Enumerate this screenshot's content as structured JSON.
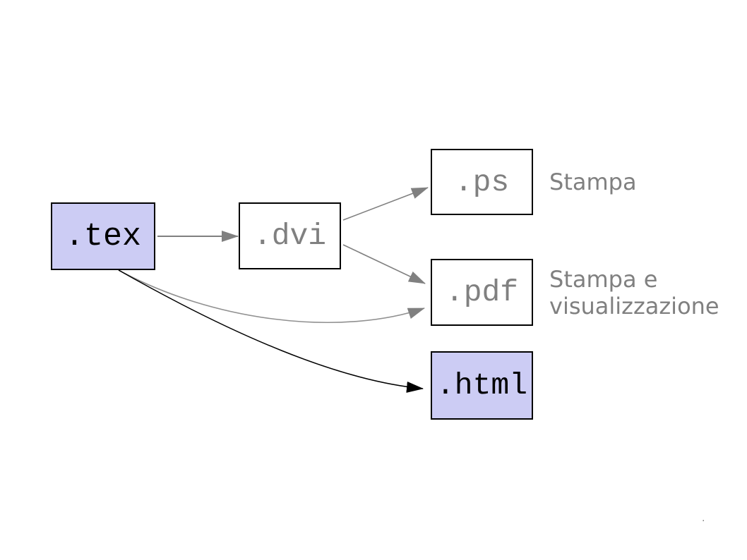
{
  "diagram": {
    "description": "LaTeX file conversion flow",
    "nodes": [
      {
        "id": "tex",
        "label": ".tex",
        "highlighted": true
      },
      {
        "id": "dvi",
        "label": ".dvi",
        "highlighted": false
      },
      {
        "id": "ps",
        "label": ".ps",
        "highlighted": false
      },
      {
        "id": "pdf",
        "label": ".pdf",
        "highlighted": false
      },
      {
        "id": "html",
        "label": ".html",
        "highlighted": true
      }
    ],
    "annotations": [
      {
        "target": "ps",
        "lines": [
          "Stampa"
        ]
      },
      {
        "target": "pdf",
        "lines": [
          "Stampa e",
          "visualizzazione"
        ]
      }
    ],
    "edges": [
      {
        "from": "tex",
        "to": "dvi",
        "shape": "straight",
        "color": "#808080"
      },
      {
        "from": "dvi",
        "to": "ps",
        "shape": "straight",
        "color": "#808080"
      },
      {
        "from": "dvi",
        "to": "pdf",
        "shape": "straight",
        "color": "#808080"
      },
      {
        "from": "tex",
        "to": "pdf",
        "shape": "curved",
        "color": "#909090"
      },
      {
        "from": "tex",
        "to": "html",
        "shape": "curved",
        "color": "#000000"
      }
    ],
    "colors": {
      "background": "#ffffff",
      "node_highlight_fill": "#ccccf4",
      "node_plain_fill": "#ffffff",
      "node_border": "#000000",
      "muted_text": "#808080",
      "arrow_gray": "#808080",
      "arrow_black": "#000000"
    },
    "footer_mark": "."
  }
}
